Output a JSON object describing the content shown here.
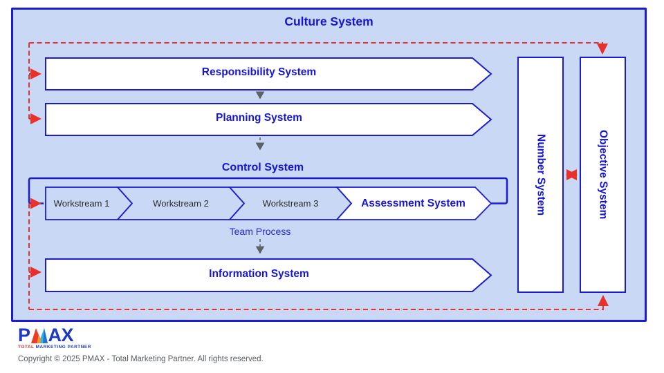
{
  "header": {
    "title": "Culture System"
  },
  "boxes": {
    "responsibility": {
      "label": "Responsibility System"
    },
    "planning": {
      "label": "Planning System"
    },
    "control": {
      "label": "Control System"
    },
    "information": {
      "label": "Information System"
    },
    "assessment": {
      "label": "Assessment System"
    },
    "number": {
      "label": "Number System"
    },
    "objective": {
      "label": "Objective System"
    }
  },
  "workstreams": [
    "Workstream 1",
    "Workstream 2",
    "Workstream 3"
  ],
  "team_process_label": "Team Process",
  "logo": {
    "letter_p": "P",
    "letters_ax": "AX",
    "tagline_word1": "TOTAL",
    "tagline_rest": "MARKETING PARTNER"
  },
  "footer": {
    "copyright": "Copyright © 2025 PMAX - Total Marketing Partner. All rights reserved."
  },
  "colors": {
    "canvas_fill": "#c9d8f4",
    "line_blue": "#1b1bd3",
    "text_blue": "#1515d8",
    "feedback_red": "#e8312b",
    "flow_gray": "#5c6267",
    "workstream_text": "#2a2a2a",
    "logo_blue": "#1d39c4",
    "flame_red": "#ee3a24",
    "flame_orange": "#f7941d",
    "flame_teal": "#29b8e8",
    "copyright_gray": "#585d63"
  }
}
